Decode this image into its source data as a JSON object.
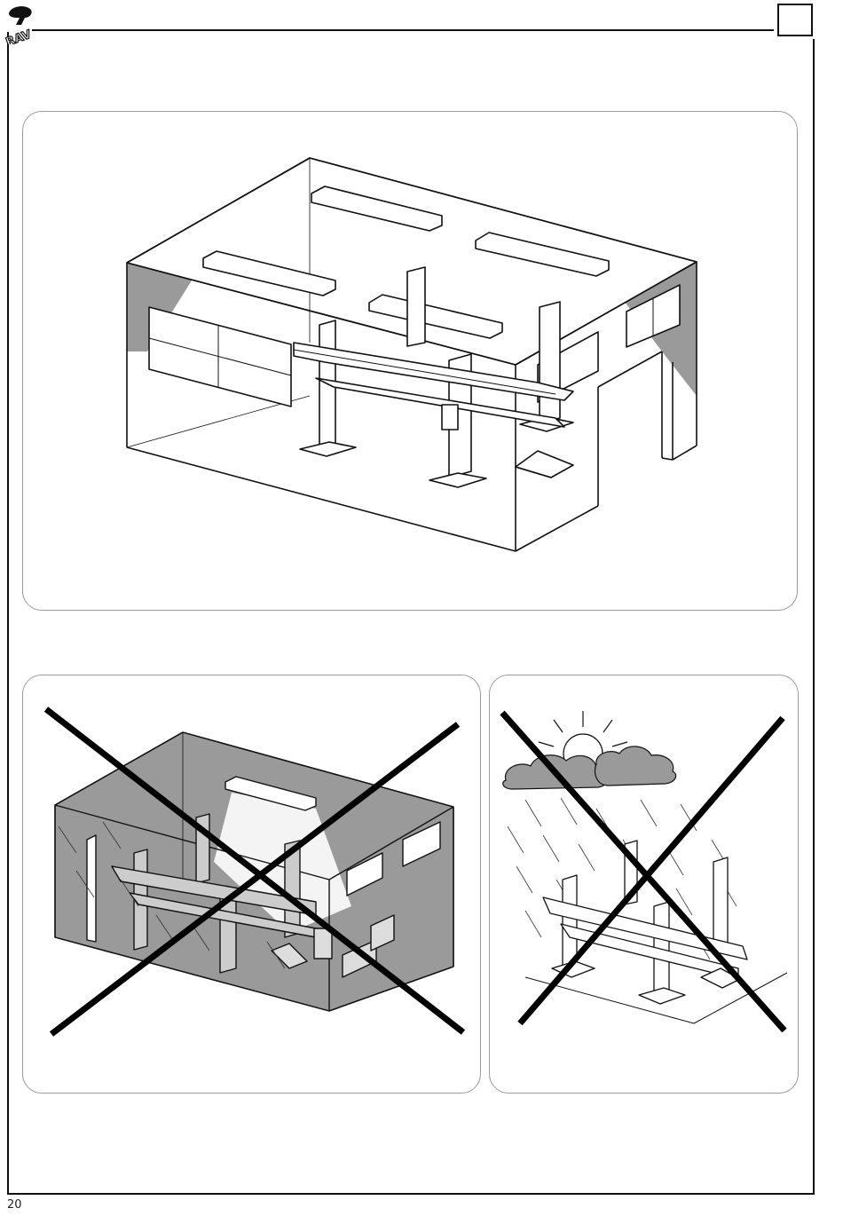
{
  "page": {
    "page_number": "20"
  },
  "logo": {
    "text": "RAV",
    "icon": "rav-logo-icon"
  },
  "figures": [
    {
      "id": "indoor-workshop",
      "icon": "car-lift-indoor-workshop-illustration"
    },
    {
      "id": "dark-enclosed-room-prohibited",
      "icon": "crossed-out-x-icon"
    },
    {
      "id": "outdoor-rain-prohibited",
      "icon": "crossed-out-x-icon"
    }
  ],
  "colors": {
    "line": "#111111",
    "shade": "#9a9a9a",
    "panel_border": "#999999"
  }
}
